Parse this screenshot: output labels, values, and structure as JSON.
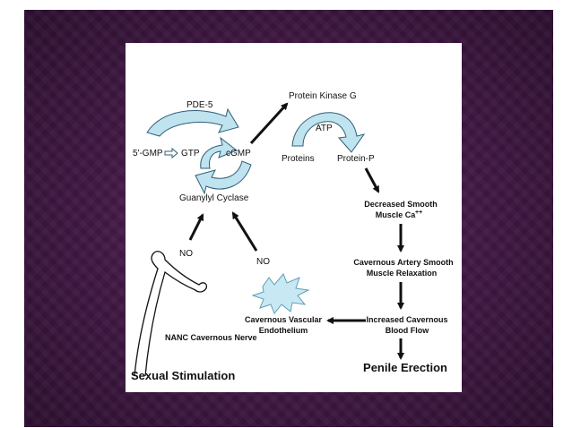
{
  "diagram": {
    "labels": {
      "pde5": "PDE-5",
      "gmp5": "5'-GMP",
      "gtp": "GTP",
      "cgmp": "cGMP",
      "guanylyl_cyclase": "Guanylyl Cyclase",
      "protein_kinase_g": "Protein Kinase G",
      "atp": "ATP",
      "proteins": "Proteins",
      "protein_p": "Protein-P",
      "decreased_ca_1": "Decreased Smooth",
      "decreased_ca_2": "Muscle Ca",
      "decreased_ca_sup": "++",
      "relax_1": "Cavernous Artery Smooth",
      "relax_2": "Muscle Relaxation",
      "blood_1": "Increased Cavernous",
      "blood_2": "Blood Flow",
      "penile_erection": "Penile Erection",
      "endo_1": "Cavernous Vascular",
      "endo_2": "Endothelium",
      "no_nerve": "NO",
      "no_endo": "NO",
      "nerve": "NANC Cavernous Nerve",
      "sexual_stimulation": "Sexual Stimulation"
    },
    "colors": {
      "cycle_fill": "#bfe3ef",
      "cycle_stroke": "#2f5f78",
      "arrow": "#111111",
      "panel": "#ffffff",
      "slide_bg": "#3f1742"
    }
  }
}
